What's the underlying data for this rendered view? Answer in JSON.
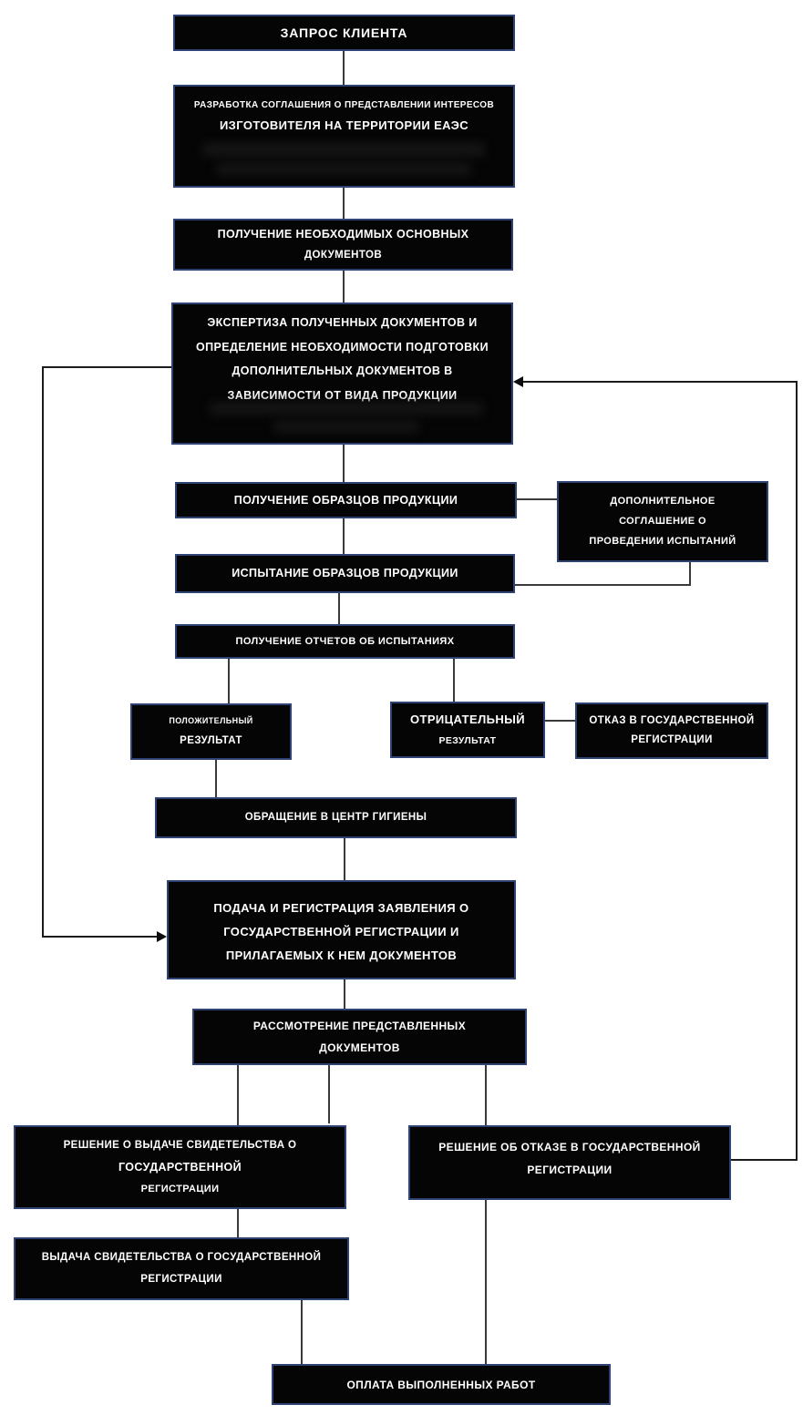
{
  "diagram": {
    "type": "flowchart",
    "language": "ru",
    "colors": {
      "box_fill": "#050505",
      "box_border": "#2e4373",
      "text": "#ffffff",
      "connector": "#3a3a3a",
      "arrow": "#0d0d0d",
      "background": "#ffffff"
    },
    "nodes": {
      "client_request": {
        "label": "ЗАПРОС КЛИЕНТА"
      },
      "agreement_development": {
        "line1": "РАЗРАБОТКА СОГЛАШЕНИЯ О ПРЕДСТАВЛЕНИИ ИНТЕРЕСОВ",
        "line2": "ИЗГОТОВИТЕЛЯ НА ТЕРРИТОРИИ ЕАЭС"
      },
      "obtain_basic_documents": {
        "line1": "ПОЛУЧЕНИЕ НЕОБХОДИМЫХ ОСНОВНЫХ",
        "line2": "ДОКУМЕНТОВ"
      },
      "documents_expertise": {
        "line1": "ЭКСПЕРТИЗА ПОЛУЧЕННЫХ ДОКУМЕНТОВ И",
        "line2": "ОПРЕДЕЛЕНИЕ НЕОБХОДИМОСТИ ПОДГОТОВКИ",
        "line3": "ДОПОЛНИТЕЛЬНЫХ ДОКУМЕНТОВ В",
        "line4": "ЗАВИСИМОСТИ ОТ ВИДА ПРОДУКЦИИ"
      },
      "obtain_product_samples": {
        "label": "ПОЛУЧЕНИЕ ОБРАЗЦОВ ПРОДУКЦИИ"
      },
      "additional_agreement": {
        "line1": "ДОПОЛНИТЕЛЬНОЕ",
        "line2": "СОГЛАШЕНИЕ О",
        "line3": "ПРОВЕДЕНИИ ИСПЫТАНИЙ"
      },
      "samples_testing": {
        "label": "ИСПЫТАНИЕ ОБРАЗЦОВ ПРОДУКЦИИ"
      },
      "test_reports": {
        "label": "ПОЛУЧЕНИЕ ОТЧЕТОВ ОБ ИСПЫТАНИЯХ"
      },
      "positive_result": {
        "line1": "ПОЛОЖИТЕЛЬНЫЙ",
        "line2": "РЕЗУЛЬТАТ"
      },
      "negative_result": {
        "line1": "ОТРИЦАТЕЛЬНЫЙ",
        "line2": "РЕЗУЛЬТАТ"
      },
      "registration_refusal": {
        "line1": "ОТКАЗ В ГОСУДАРСТВЕННОЙ",
        "line2": "РЕГИСТРАЦИИ"
      },
      "hygiene_center": {
        "label": "ОБРАЩЕНИЕ В ЦЕНТР ГИГИЕНЫ"
      },
      "application_submission": {
        "line1": "ПОДАЧА И РЕГИСТРАЦИЯ ЗАЯВЛЕНИЯ О",
        "line2": "ГОСУДАРСТВЕННОЙ РЕГИСТРАЦИИ И",
        "line3": "ПРИЛАГАЕМЫХ К НЕМ ДОКУМЕНТОВ"
      },
      "documents_review": {
        "line1": "РАССМОТРЕНИЕ ПРЕДСТАВЛЕННЫХ",
        "line2": "ДОКУМЕНТОВ"
      },
      "decision_issue_certificate": {
        "line1": "РЕШЕНИЕ О ВЫДАЧЕ СВИДЕТЕЛЬСТВА О",
        "line2": "ГОСУДАРСТВЕННОЙ",
        "line3": "РЕГИСТРАЦИИ"
      },
      "decision_refuse_registration": {
        "line1": "РЕШЕНИЕ ОБ ОТКАЗЕ В ГОСУДАРСТВЕННОЙ",
        "line2": "РЕГИСТРАЦИИ"
      },
      "certificate_issuance": {
        "line1": "ВЫДАЧА СВИДЕТЕЛЬСТВА О ГОСУДАРСТВЕННОЙ",
        "line2": "РЕГИСТРАЦИИ"
      },
      "work_payment": {
        "label": "ОПЛАТА ВЫПОЛНЕННЫХ РАБОТ"
      }
    }
  }
}
